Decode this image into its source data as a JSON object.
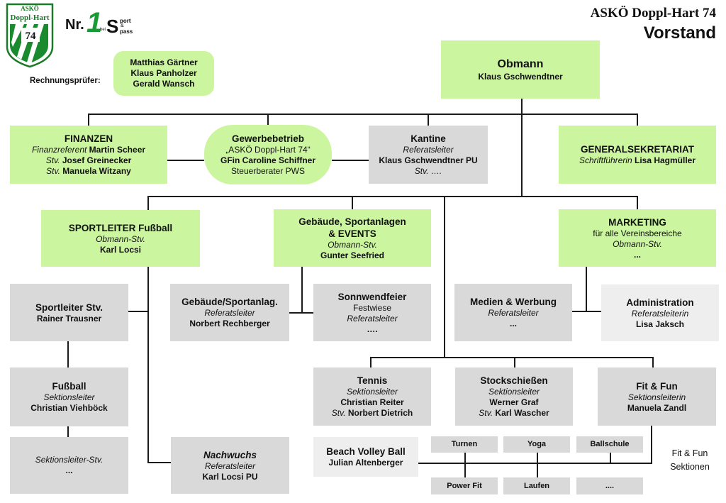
{
  "header": {
    "club_name": "ASKÖ Doppl-Hart 74",
    "title": "Vorstand"
  },
  "logos": {
    "crest_top": "ASKÖ",
    "crest_name": "Doppl-Hart",
    "crest_number": "74",
    "nr_text": "Nr.",
    "nr_digit": "1",
    "nr_s": "S",
    "nr_bei": "bei",
    "nr_sport": "port",
    "nr_and": "&",
    "nr_spass": "pass"
  },
  "rechnungspruefer": {
    "label": "Rechnungsprüfer:",
    "names": [
      "Matthias Gärtner",
      "Klaus Panholzer",
      "Gerald Wansch"
    ]
  },
  "obmann": {
    "title": "Obmann",
    "name": "Klaus Gschwendtner"
  },
  "finanzen": {
    "title": "FINANZEN",
    "r1_role": "Finanzreferent",
    "r1_name": "Martin Scheer",
    "r2_role": "Stv.",
    "r2_name": "Josef Greinecker",
    "r3_role": "Stv.",
    "r3_name": "Manuela Witzany"
  },
  "gewerbe": {
    "title": "Gewerbebetrieb",
    "line1": "„ASKÖ Doppl-Hart 74“",
    "line2": "GFin Caroline Schiffner",
    "line3": "Steuerberater PWS"
  },
  "kantine": {
    "title": "Kantine",
    "role": "Referatsleiter",
    "name": "Klaus Gschwendtner PU",
    "stv": "Stv. …."
  },
  "general": {
    "title": "GENERALSEKRETARIAT",
    "role": "Schriftführerin",
    "name": "Lisa Hagmüller"
  },
  "sportleiter": {
    "title": "SPORTLEITER Fußball",
    "role": "Obmann-Stv.",
    "name": "Karl Locsi"
  },
  "gebaeude_events": {
    "title1": "Gebäude, Sportanlagen",
    "title2": "& EVENTS",
    "role": "Obmann-Stv.",
    "name": "Gunter Seefried"
  },
  "marketing": {
    "title": "MARKETING",
    "line1": "für alle Vereinsbereiche",
    "role": "Obmann-Stv.",
    "name": "..."
  },
  "sportleiter_stv": {
    "title": "Sportleiter Stv.",
    "name": "Rainer Trausner"
  },
  "gebaeude_sport": {
    "title": "Gebäude/Sportanlag.",
    "role": "Referatsleiter",
    "name": "Norbert Rechberger"
  },
  "sonnwend": {
    "title": "Sonnwendfeier",
    "line1": "Festwiese",
    "role": "Referatsleiter",
    "name": "…."
  },
  "medien": {
    "title": "Medien & Werbung",
    "role": "Referatsleiter",
    "name": "..."
  },
  "admin": {
    "title": "Administration",
    "role": "Referatsleiterin",
    "name": "Lisa Jaksch"
  },
  "fussball": {
    "title": "Fußball",
    "role": "Sektionsleiter",
    "name": "Christian Viehböck"
  },
  "tennis": {
    "title": "Tennis",
    "role": "Sektionsleiter",
    "name": "Christian Reiter",
    "stv_role": "Stv.",
    "stv_name": "Norbert Dietrich"
  },
  "stock": {
    "title": "Stockschießen",
    "role": "Sektionsleiter",
    "name": "Werner Graf",
    "stv_role": "Stv.",
    "stv_name": "Karl Wascher"
  },
  "fitfun": {
    "title": "Fit & Fun",
    "role": "Sektionsleiterin",
    "name": "Manuela Zandl"
  },
  "sektion_stv": {
    "role": "Sektionsleiter-Stv.",
    "name": "..."
  },
  "nachwuchs": {
    "title": "Nachwuchs",
    "role": "Referatsleiter",
    "name": "Karl Locsi PU"
  },
  "beach": {
    "title": "Beach Volley Ball",
    "name": "Julian Altenberger"
  },
  "sektionen": {
    "turnen": "Turnen",
    "yoga": "Yoga",
    "ballschule": "Ballschule",
    "powerfit": "Power Fit",
    "laufen": "Laufen",
    "more": "...."
  },
  "fitfun_label": {
    "line1": "Fit & Fun",
    "line2": "Sektionen"
  }
}
